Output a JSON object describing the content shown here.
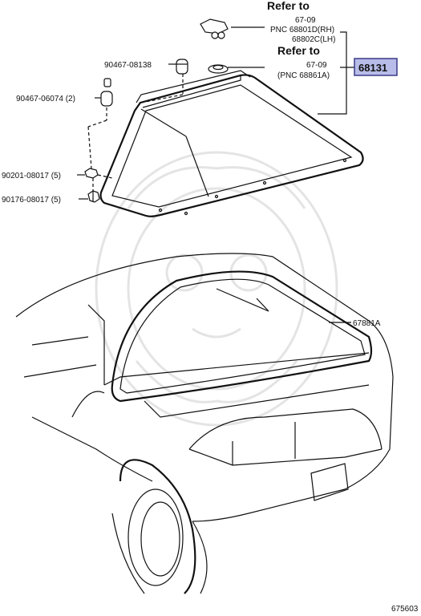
{
  "labels": {
    "refer_to_1": "Refer to",
    "ref_67_09_a": "67-09",
    "pnc_line_1": "PNC 68801D(RH)",
    "pnc_line_2": "68802C(LH)",
    "refer_to_2": "Refer to",
    "ref_67_09_b": "67-09",
    "pnc_line_3": "(PNC 68861A)",
    "part_68131": "68131",
    "part_90467_08138": "90467-08138",
    "part_90467_06074": "90467-06074 (2)",
    "part_90201_08017": "90201-08017 (5)",
    "part_90176_08017": "90176-08017 (5)",
    "part_67881A": "67881A",
    "diagram_id": "675603"
  },
  "colors": {
    "highlight_fill": "#b8bce8",
    "highlight_border": "#3a3a8a",
    "ink": "#111111",
    "watermark": "#e4e4e4"
  }
}
